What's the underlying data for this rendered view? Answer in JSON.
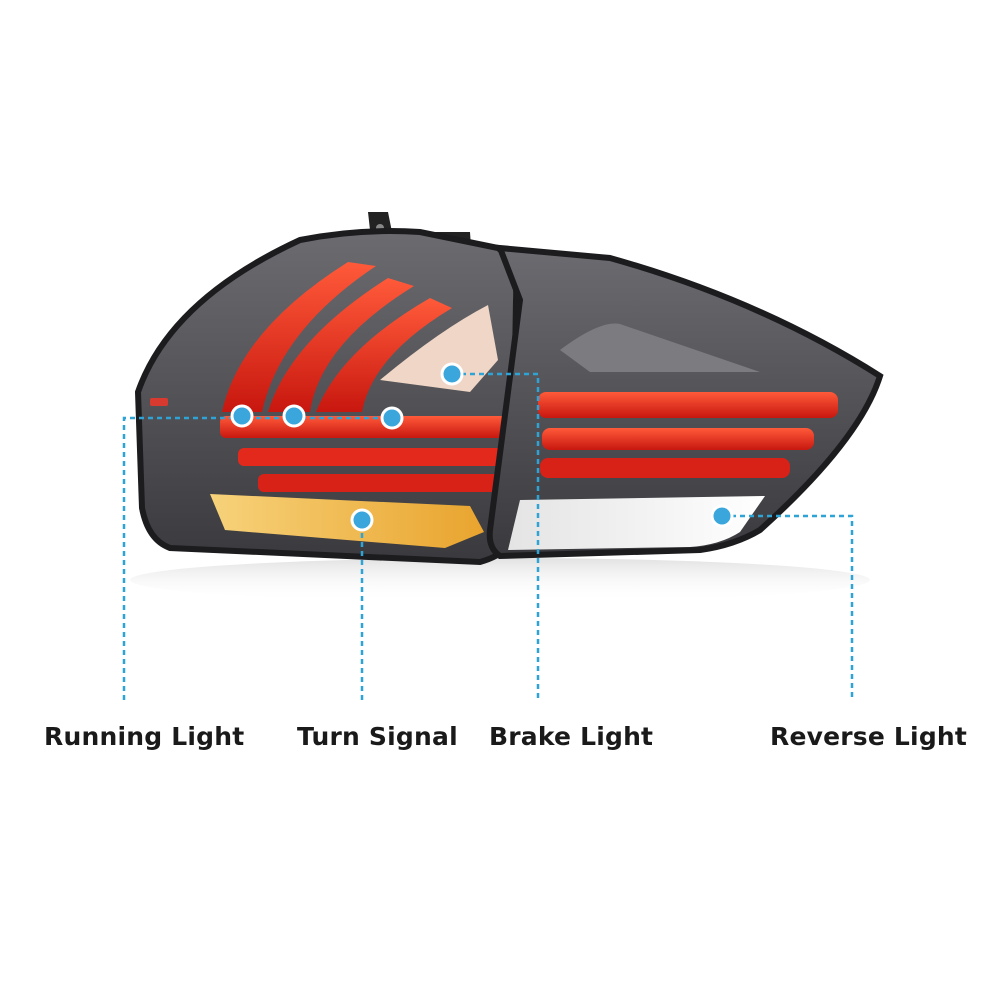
{
  "callouts": {
    "running_light": "Running Light",
    "turn_signal": "Turn Signal",
    "brake_light": "Brake Light",
    "reverse_light": "Reverse Light"
  },
  "colors": {
    "callout_line": "#2ea3d6",
    "callout_dot": "#3aa6dc",
    "label_text": "#1a1a1a",
    "housing_smoke": "#4a4a4e",
    "lens_red": "#e0261c",
    "turn_amber": "#f2b43a",
    "reverse_clear": "#f2f2f2"
  }
}
